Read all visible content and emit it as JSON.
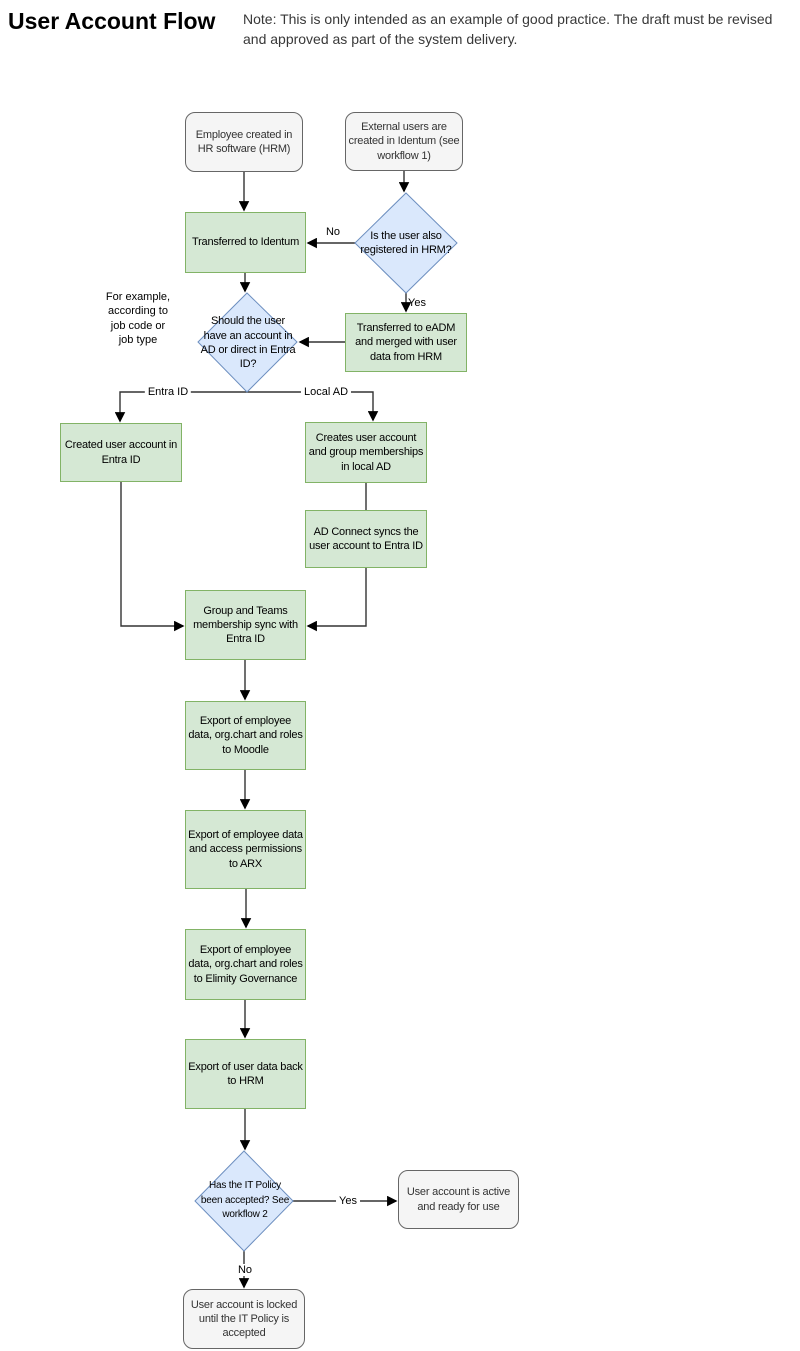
{
  "header": {
    "title": "User Account Flow",
    "note": "Note: This is only intended as an example of good practice. The draft must be revised and approved as part of the system delivery."
  },
  "colors": {
    "process_fill": "#d5e8d4",
    "process_stroke": "#82b366",
    "decision_fill": "#dae8fc",
    "decision_stroke": "#6c8ebf",
    "terminal_fill": "#f5f5f5",
    "terminal_stroke": "#666666",
    "edge": "#333333"
  },
  "nodes": {
    "employee_created": "Employee created in HR software (HRM)",
    "external_users": "External users are created in Identum (see workflow 1)",
    "transferred_identum": "Transferred to Identum",
    "registered_hrm": "Is the user also registered in HRM?",
    "transferred_eadm": "Transferred to eADM and merged with user data from HRM",
    "account_type": "Should the user have an account in AD or direct in Entra ID?",
    "annotation": "For example, according to job code or job type",
    "created_entra": "Created user account in Entra ID",
    "creates_local_ad": "Creates user account and group memberships in local AD",
    "ad_connect": "AD Connect syncs the user account to Entra ID",
    "group_teams_sync": "Group and Teams membership sync with Entra ID",
    "export_moodle": "Export of employee data, org.chart and roles to Moodle",
    "export_arx": "Export of employee data and access permissions to ARX",
    "export_elimity": "Export of employee data, org.chart and roles to Elimity Governance",
    "export_hrm": "Export of user data back to HRM",
    "it_policy": "Has the IT Policy been accepted? See workflow 2",
    "account_active": "User account is active and ready for use",
    "account_locked": "User account is locked until the IT Policy is accepted"
  },
  "edge_labels": {
    "no_registered": "No",
    "yes_registered": "Yes",
    "entra_id": "Entra ID",
    "local_ad": "Local AD",
    "yes_policy": "Yes",
    "no_policy": "No"
  }
}
